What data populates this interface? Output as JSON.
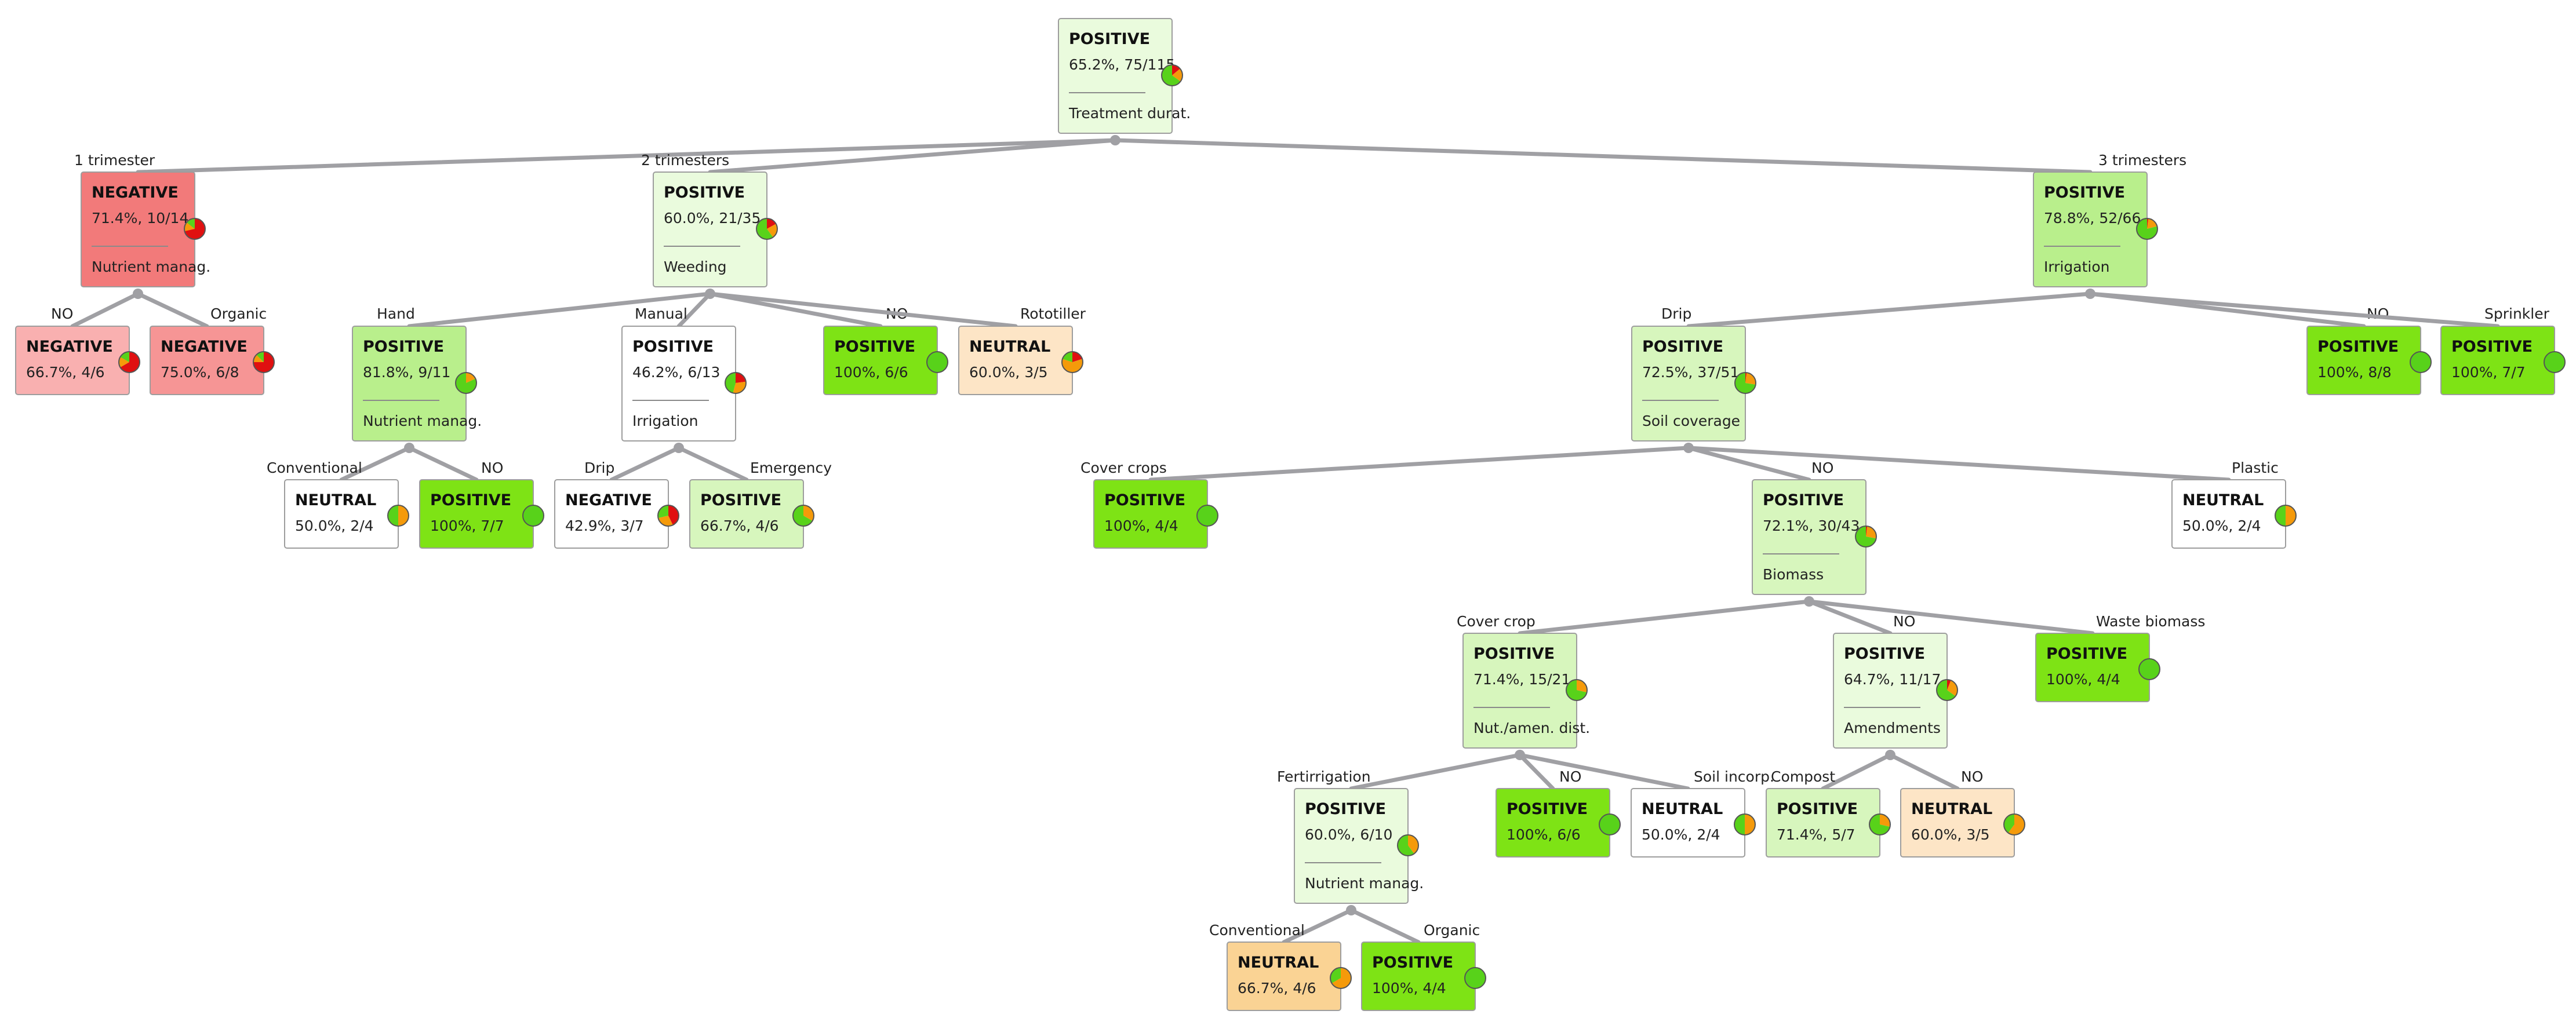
{
  "colors": {
    "edge": "#a0a0a4",
    "node_border": "#9d9d9d",
    "pie_red": "#e01010",
    "pie_orange": "#f59a0a",
    "pie_green": "#58d21a",
    "neg_dark": "#f27a7a",
    "neg_mid": "#f69595",
    "neg_light": "#f9b0b0",
    "pos_vlight": "#eafbdd",
    "pos_light": "#d7f6bd",
    "pos_mid": "#b9ef8c",
    "pos_full": "#7ee315",
    "neu_white": "#ffffff",
    "neu_peach": "#fde5c6",
    "neu_orange": "#fad394"
  },
  "tree": {
    "nodes": [
      {
        "id": "root",
        "class": "POSITIVE",
        "stat": "65.2%, 75/115",
        "attr": "Treatment durat.",
        "fill": "pos_vlight",
        "pie": [
          0.14,
          0.21,
          0.65
        ]
      },
      {
        "id": "n_1t",
        "edge": "1 trimester",
        "class": "NEGATIVE",
        "stat": "71.4%, 10/14",
        "attr": "Nutrient manag.",
        "fill": "neg_dark",
        "pie": [
          0.714,
          0.143,
          0.143
        ]
      },
      {
        "id": "n_2t",
        "edge": "2 trimesters",
        "class": "POSITIVE",
        "stat": "60.0%, 21/35",
        "attr": "Weeding",
        "fill": "pos_vlight",
        "pie": [
          0.17,
          0.23,
          0.6
        ]
      },
      {
        "id": "n_3t",
        "edge": "3 trimesters",
        "class": "POSITIVE",
        "stat": "78.8%, 52/66",
        "attr": "Irrigation",
        "fill": "pos_mid",
        "pie": [
          0.02,
          0.19,
          0.79
        ]
      },
      {
        "id": "n_1t_no",
        "edge": "NO",
        "class": "NEGATIVE",
        "stat": "66.7%, 4/6",
        "fill": "neg_light",
        "pie": [
          0.667,
          0.166,
          0.167
        ]
      },
      {
        "id": "n_1t_org",
        "edge": "Organic",
        "class": "NEGATIVE",
        "stat": "75.0%, 6/8",
        "fill": "neg_mid",
        "pie": [
          0.75,
          0.125,
          0.125
        ]
      },
      {
        "id": "n_hand",
        "edge": "Hand",
        "class": "POSITIVE",
        "stat": "81.8%, 9/11",
        "attr": "Nutrient manag.",
        "fill": "pos_mid",
        "pie": [
          0.0,
          0.182,
          0.818
        ]
      },
      {
        "id": "n_manual",
        "edge": "Manual",
        "class": "POSITIVE",
        "stat": "46.2%, 6/13",
        "attr": "Irrigation",
        "fill": "neu_white",
        "pie": [
          0.23,
          0.31,
          0.46
        ]
      },
      {
        "id": "n_weed_no",
        "edge": "NO",
        "class": "POSITIVE",
        "stat": "100%, 6/6",
        "fill": "pos_full",
        "pie": [
          0,
          0,
          1
        ]
      },
      {
        "id": "n_rototiller",
        "edge": "Rototiller",
        "class": "NEUTRAL",
        "stat": "60.0%, 3/5",
        "fill": "neu_peach",
        "pie": [
          0.2,
          0.6,
          0.2
        ]
      },
      {
        "id": "n_hand_conv",
        "edge": "Conventional",
        "class": "NEUTRAL",
        "stat": "50.0%, 2/4",
        "fill": "neu_white",
        "pie": [
          0,
          0.5,
          0.5
        ]
      },
      {
        "id": "n_hand_no",
        "edge": "NO",
        "class": "POSITIVE",
        "stat": "100%, 7/7",
        "fill": "pos_full",
        "pie": [
          0,
          0,
          1
        ]
      },
      {
        "id": "n_man_drip",
        "edge": "Drip",
        "class": "NEGATIVE",
        "stat": "42.9%, 3/7",
        "fill": "neu_white",
        "pie": [
          0.429,
          0.285,
          0.286
        ]
      },
      {
        "id": "n_man_emerg",
        "edge": "Emergency",
        "class": "POSITIVE",
        "stat": "66.7%, 4/6",
        "fill": "pos_light",
        "pie": [
          0,
          0.333,
          0.667
        ]
      },
      {
        "id": "n_drip",
        "edge": "Drip",
        "class": "POSITIVE",
        "stat": "72.5%, 37/51",
        "attr": "Soil coverage",
        "fill": "pos_light",
        "pie": [
          0.02,
          0.255,
          0.725
        ]
      },
      {
        "id": "n_irr_no",
        "edge": "NO",
        "class": "POSITIVE",
        "stat": "100%, 8/8",
        "fill": "pos_full",
        "pie": [
          0,
          0,
          1
        ]
      },
      {
        "id": "n_sprinkler",
        "edge": "Sprinkler",
        "class": "POSITIVE",
        "stat": "100%, 7/7",
        "fill": "pos_full",
        "pie": [
          0,
          0,
          1
        ]
      },
      {
        "id": "n_covercrops",
        "edge": "Cover crops",
        "class": "POSITIVE",
        "stat": "100%, 4/4",
        "fill": "pos_full",
        "pie": [
          0,
          0,
          1
        ]
      },
      {
        "id": "n_soil_no",
        "edge": "NO",
        "class": "POSITIVE",
        "stat": "72.1%, 30/43",
        "attr": "Biomass",
        "fill": "pos_light",
        "pie": [
          0.02,
          0.26,
          0.72
        ]
      },
      {
        "id": "n_plastic",
        "edge": "Plastic",
        "class": "NEUTRAL",
        "stat": "50.0%, 2/4",
        "fill": "neu_white",
        "pie": [
          0,
          0.5,
          0.5
        ]
      },
      {
        "id": "n_covercrop",
        "edge": "Cover crop",
        "class": "POSITIVE",
        "stat": "71.4%, 15/21",
        "attr": "Nut./amen. dist.",
        "fill": "pos_light",
        "pie": [
          0,
          0.286,
          0.714
        ]
      },
      {
        "id": "n_bio_no",
        "edge": "NO",
        "class": "POSITIVE",
        "stat": "64.7%, 11/17",
        "attr": "Amendments",
        "fill": "pos_vlight",
        "pie": [
          0.06,
          0.29,
          0.65
        ]
      },
      {
        "id": "n_waste",
        "edge": "Waste biomass",
        "class": "POSITIVE",
        "stat": "100%, 4/4",
        "fill": "pos_full",
        "pie": [
          0,
          0,
          1
        ]
      },
      {
        "id": "n_fert",
        "edge": "Fertirrigation",
        "class": "POSITIVE",
        "stat": "60.0%, 6/10",
        "attr": "Nutrient manag.",
        "fill": "pos_vlight",
        "pie": [
          0,
          0.4,
          0.6
        ]
      },
      {
        "id": "n_dist_no",
        "edge": "NO",
        "class": "POSITIVE",
        "stat": "100%, 6/6",
        "fill": "pos_full",
        "pie": [
          0,
          0,
          1
        ]
      },
      {
        "id": "n_soilinc",
        "edge": "Soil incorp.",
        "class": "NEUTRAL",
        "stat": "50.0%, 2/4",
        "fill": "neu_white",
        "pie": [
          0,
          0.5,
          0.5
        ]
      },
      {
        "id": "n_compost",
        "edge": "Compost",
        "class": "POSITIVE",
        "stat": "71.4%, 5/7",
        "fill": "pos_light",
        "pie": [
          0,
          0.286,
          0.714
        ]
      },
      {
        "id": "n_amend_no",
        "edge": "NO",
        "class": "NEUTRAL",
        "stat": "60.0%, 3/5",
        "fill": "neu_peach",
        "pie": [
          0,
          0.6,
          0.4
        ]
      },
      {
        "id": "n_fert_conv",
        "edge": "Conventional",
        "class": "NEUTRAL",
        "stat": "66.7%, 4/6",
        "fill": "neu_orange",
        "pie": [
          0,
          0.667,
          0.333
        ]
      },
      {
        "id": "n_fert_org",
        "edge": "Organic",
        "class": "POSITIVE",
        "stat": "100%, 4/4",
        "fill": "pos_full",
        "pie": [
          0,
          0,
          1
        ]
      }
    ]
  }
}
